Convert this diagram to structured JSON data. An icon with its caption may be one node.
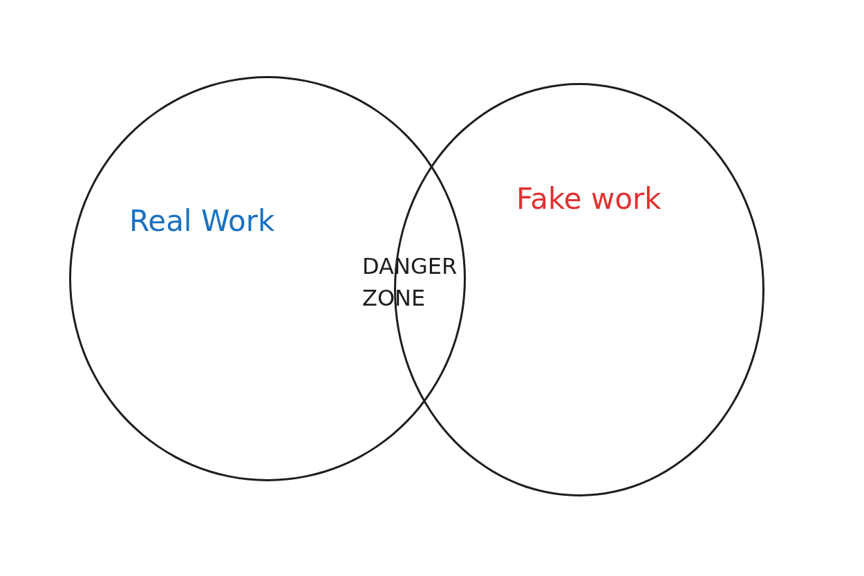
{
  "diagram": {
    "nodes": [
      {
        "text": [
          "Real Work"
        ]
      },
      {
        "text": [
          "Fake work"
        ]
      }
    ],
    "labels": [
      "DANGER ZONE"
    ]
  }
}
